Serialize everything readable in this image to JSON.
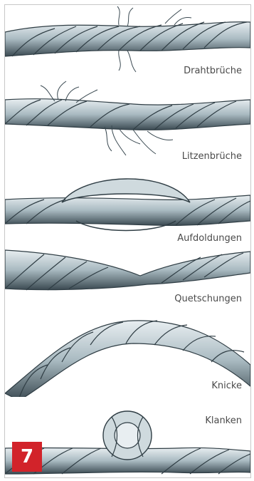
{
  "figure_number": "7",
  "labels": {
    "p1": "Drahtbrüche",
    "p2": "Litzenbrüche",
    "p3": "Aufdoldungen",
    "p4": "Quetschungen",
    "p5": "Knicke",
    "p6": "Klanken"
  },
  "colors": {
    "rope_light": "#dde6ea",
    "rope_mid": "#9fb2ba",
    "rope_dark": "#2f3d44",
    "badge": "#d2232a"
  }
}
